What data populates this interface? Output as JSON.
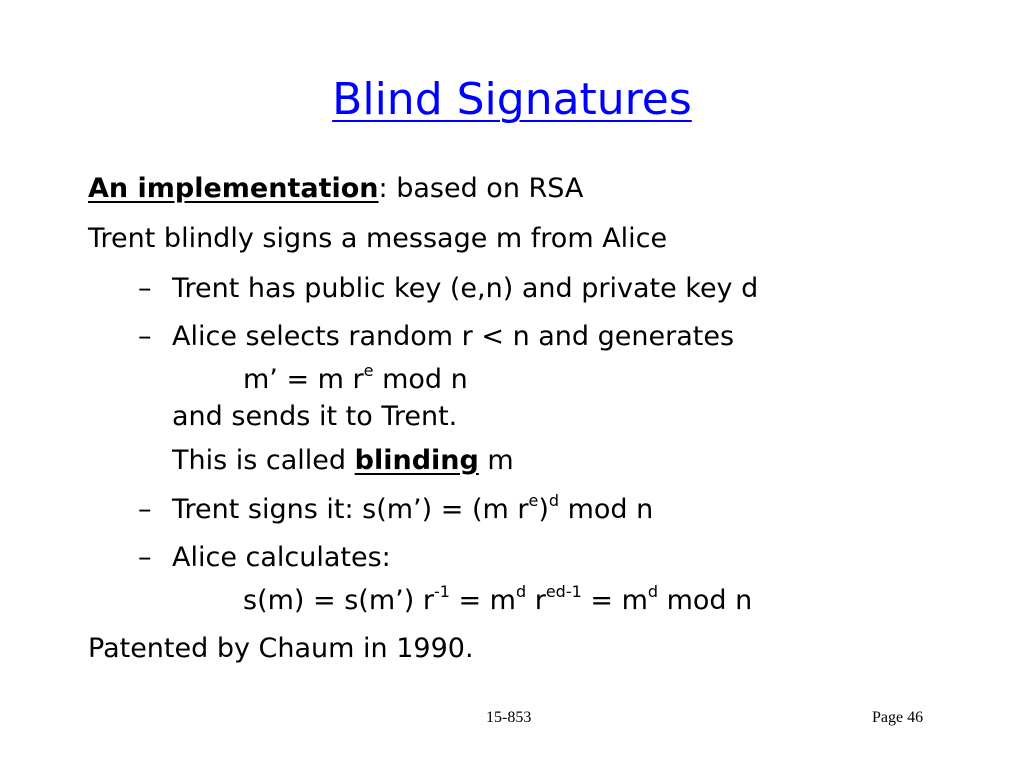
{
  "title": "Blind Signatures",
  "intro": {
    "label": "An implementation",
    "colon": ":",
    "rest": " based on RSA"
  },
  "line2": "Trent blindly signs a message m from Alice",
  "dash": "–",
  "bullet1": "Trent has public key (e,n) and private key d",
  "bullet2": {
    "line1": "Alice selects random r < n and generates",
    "formula_a": "m’ = m r",
    "formula_sup": "e",
    "formula_b": " mod n",
    "line3": "and sends it to Trent.",
    "line4_a": "This is called ",
    "line4_bold": "blinding",
    "line4_b": " m"
  },
  "bullet3": {
    "a": "Trent signs it: s(m’) = (m r",
    "sup1": "e",
    "b": ")",
    "sup2": "d",
    "c": " mod n"
  },
  "bullet4": {
    "line1": "Alice calculates:",
    "f_a": "s(m) = s(m’) r",
    "f_sup1": "-1",
    "f_b": " = m",
    "f_sup2": "d",
    "f_c": " r",
    "f_sup3": "ed-1",
    "f_d": " = m",
    "f_sup4": "d",
    "f_e": " mod n"
  },
  "line_last": "Patented by Chaum in 1990.",
  "footer": {
    "course": "15-853",
    "page": "Page 46"
  }
}
